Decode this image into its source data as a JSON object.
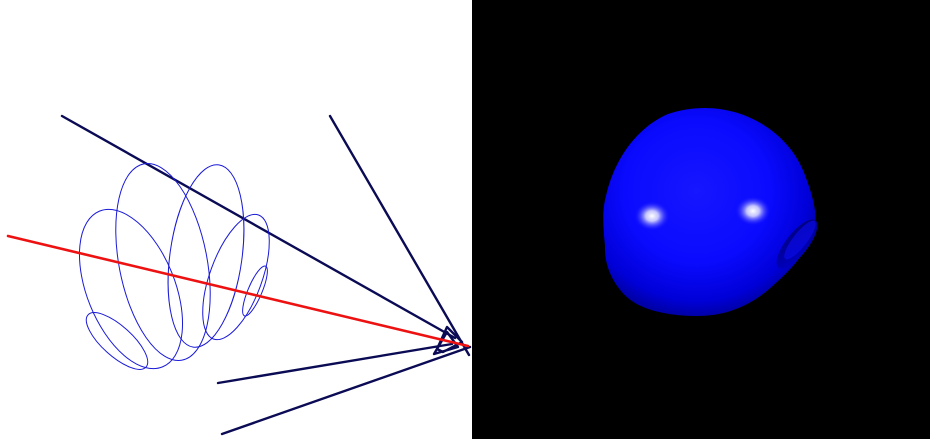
{
  "viewports": [
    {
      "id": "left",
      "content": "wireframe-scene",
      "background": "#ffffff",
      "colors": {
        "frustum_lines": "#0b0b55",
        "ray": "#ee1111",
        "curves": "#1a1ad6"
      }
    },
    {
      "id": "right",
      "content": "rendered-blob",
      "background": "#000000",
      "colors": {
        "surface": "#0a0aff",
        "highlight": "#ffffff",
        "shadow": "#00008a"
      }
    }
  ]
}
